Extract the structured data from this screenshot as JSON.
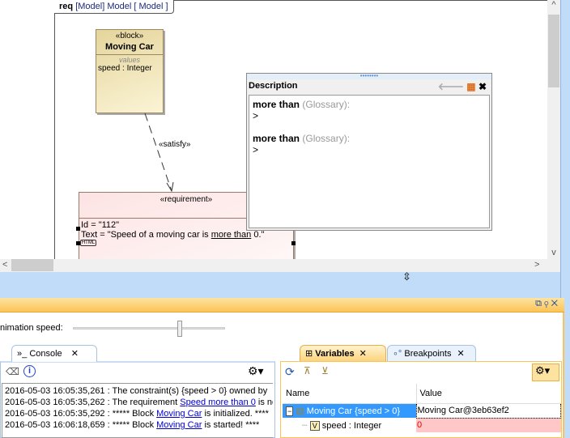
{
  "diagram": {
    "frame_kind": "req",
    "frame_label": "[Model] Model [ Model ]",
    "block": {
      "stereotype": "«block»",
      "name": "Moving Car",
      "compartment": "values",
      "property": "speed : Integer"
    },
    "dependency_label": "«satisfy»",
    "requirement": {
      "stereotype": "«requirement»",
      "id_line": "Id = \"112\"",
      "text_prefix": "Text = \"Speed of a moving car is ",
      "text_link": "more than",
      "text_suffix": " 0.\"",
      "html_badge": "HTML"
    }
  },
  "description_panel": {
    "title": "Description",
    "entries": [
      {
        "term": "more than",
        "kind": "(Glossary):",
        "body": ">"
      },
      {
        "term": "more than",
        "kind": "(Glossary):",
        "body": ">"
      }
    ]
  },
  "simulation": {
    "animation_speed_label": "nimation speed:",
    "animation_speed": 0.7,
    "console": {
      "tab": "Console",
      "lines": [
        {
          "text": "2016-05-03 16:05:35,261 : The constraint(s) {speed > 0} owned by",
          "link": "",
          "rest": ""
        },
        {
          "text": "2016-05-03 16:05:35,262 : The requirement ",
          "link": "Speed more than 0",
          "rest": " is no"
        },
        {
          "text": "2016-05-03 16:05:35,292 : ***** Block ",
          "link": "Moving Car",
          "rest": " is initialized. ****"
        },
        {
          "text": "2016-05-03 16:06:18,659 : ***** Block ",
          "link": "Moving Car",
          "rest": " is started! ****"
        }
      ]
    },
    "variables": {
      "tab": "Variables",
      "breakpoints_tab": "Breakpoints",
      "columns": [
        "Name",
        "Value"
      ],
      "rows": [
        {
          "name": "Moving Car {speed > 0}",
          "value": "Moving Car@3eb63ef2"
        },
        {
          "name": "speed : Integer",
          "value": "0"
        }
      ]
    }
  }
}
